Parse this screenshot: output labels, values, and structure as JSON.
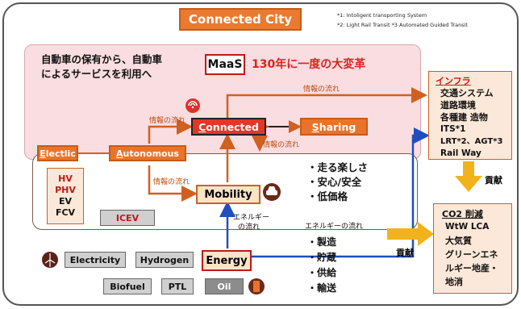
{
  "title": "Connected City",
  "notes": {
    "line1": "*1: Intoligent transporting System",
    "line2": "*2: Light Rail Transit  *3 Automated Guided Transit"
  },
  "pink_region": {
    "text_line1": "自動車の保有から、自動車",
    "text_line2": "によるサービスを利用へ",
    "maas": "MaaS",
    "headline": "130年に一度の大変革"
  },
  "nodes": {
    "connected": "Connected",
    "sharing": "Sharing",
    "electric": "Electlic",
    "autonomous": "Autonomous",
    "mobility": "Mobility",
    "energy": "Energy",
    "icev": "ICEV"
  },
  "vehicles": [
    "HV",
    "PHV",
    "EV",
    "FCV"
  ],
  "mobility_benefits": [
    "・走る楽しさ",
    "・安心/安全",
    "・低価格"
  ],
  "energy_functions": [
    "・製造",
    "・貯蔵",
    "・供給",
    "・輸送"
  ],
  "fuels": {
    "electricity": "Electricity",
    "hydrogen": "Hydrogen",
    "biofuel": "Biofuel",
    "ptl": "PTL",
    "oil": "Oil"
  },
  "flow_labels": {
    "info_flow": "情報の流れ",
    "energy_flow": "エネルギーの流れ",
    "energy_flow_v1": "エネルギー",
    "energy_flow_v2": "の流れ",
    "contribution": "貢献"
  },
  "infra": {
    "title": "インフラ",
    "items": [
      "交通システム",
      "道路環境",
      "各種建 造物",
      "ITS*1",
      "LRT*2、AGT*3",
      "Rail Way"
    ]
  },
  "co2": {
    "title": "CO2 削減",
    "items": [
      "WtW  LCA",
      "大気質",
      "グリーンエネ",
      "ルギー地産・",
      "地消"
    ]
  },
  "colors": {
    "orange": "#e8742b",
    "pink_region": "#f9dde0",
    "side_box": "#fce8d8",
    "arrow_blue": "#1f4fbf",
    "contribution_arrow": "#f2b21b",
    "headline_red": "#e02020",
    "tree_green": "#3ca43c"
  }
}
